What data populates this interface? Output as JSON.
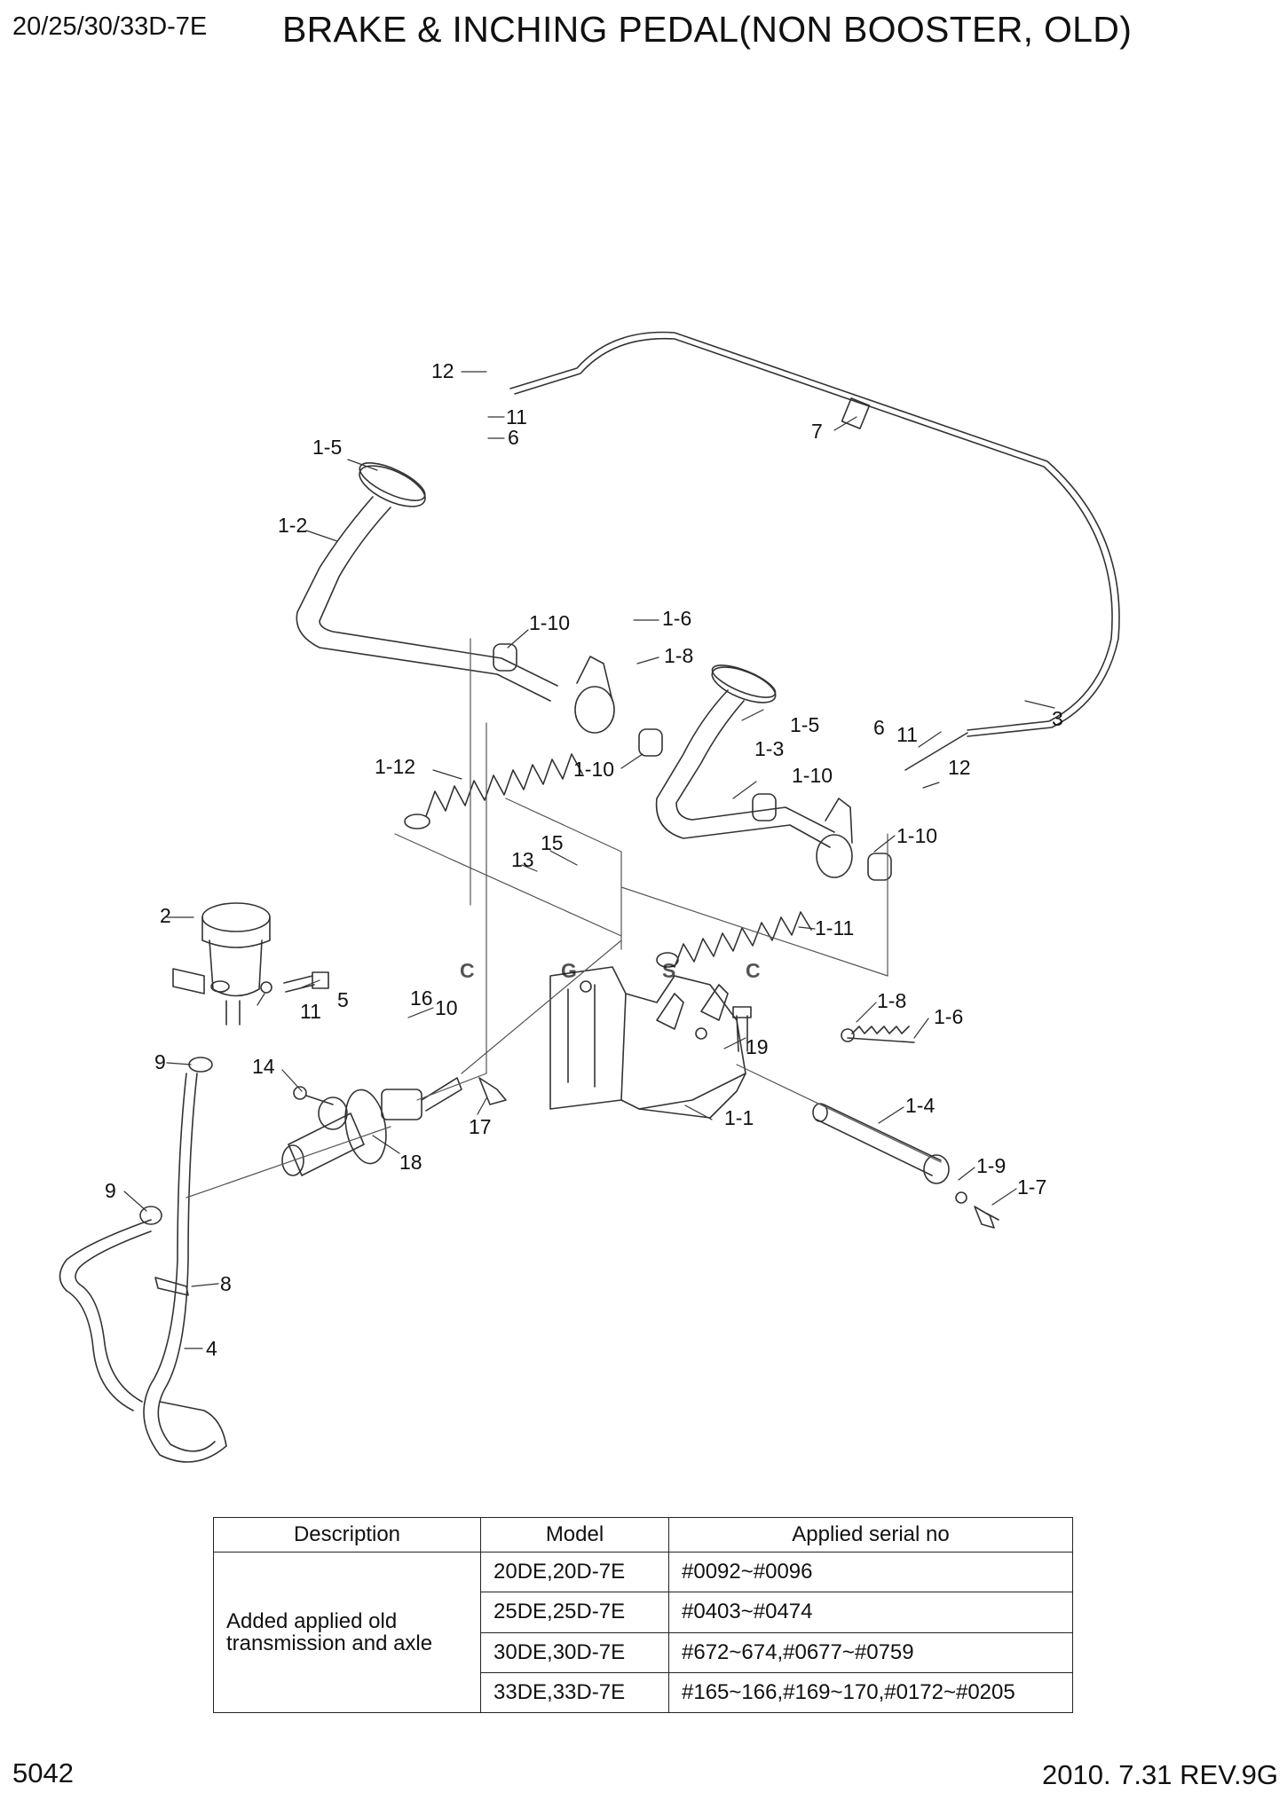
{
  "header": {
    "model_range": "20/25/30/33D-7E",
    "title": "BRAKE & INCHING PEDAL(NON BOOSTER, OLD)"
  },
  "callouts": {
    "c12a": "12",
    "c11a": "11",
    "c6a": "6",
    "c7": "7",
    "c15a": "1-5",
    "c12p": "1-2",
    "c110a": "1-10",
    "c16a": "1-6",
    "c18a": "1-8",
    "c15b": "1-5",
    "c3": "3",
    "c6b": "6",
    "c11b": "11",
    "c12b": "12",
    "c13": "1-3",
    "c110b": "1-10",
    "c112": "1-12",
    "c110c": "1-10",
    "c110d": "1-10",
    "c15": "15",
    "c13n": "13",
    "c2": "2",
    "c111": "1-11",
    "c5": "5",
    "c11c": "11",
    "c18b": "1-8",
    "c16b": "1-6",
    "c16": "16",
    "c10": "10",
    "c19": "19",
    "c9a": "9",
    "c14": "14",
    "c17": "17",
    "c11p": "1-1",
    "c14p": "1-4",
    "c18": "18",
    "c9b": "9",
    "c19p": "1-9",
    "c17p": "1-7",
    "c8": "8",
    "c4": "4"
  },
  "watermark": {
    "letters": [
      "C",
      "G",
      "S",
      "C"
    ],
    "colors": [
      "#4a86e8",
      "#ea4335",
      "#fbbc04",
      "#34a853"
    ]
  },
  "table": {
    "headers": [
      "Description",
      "Model",
      "Applied serial no"
    ],
    "description_line1": "Added applied old",
    "description_line2": "transmission and axle",
    "rows": [
      {
        "model": "20DE,20D-7E",
        "serial": "#0092~#0096"
      },
      {
        "model": "25DE,25D-7E",
        "serial": "#0403~#0474"
      },
      {
        "model": "30DE,30D-7E",
        "serial": "#672~674,#0677~#0759"
      },
      {
        "model": "33DE,33D-7E",
        "serial": "#165~166,#169~170,#0172~#0205"
      }
    ]
  },
  "footer": {
    "page_number": "5042",
    "revision": "2010. 7.31  REV.9G"
  }
}
